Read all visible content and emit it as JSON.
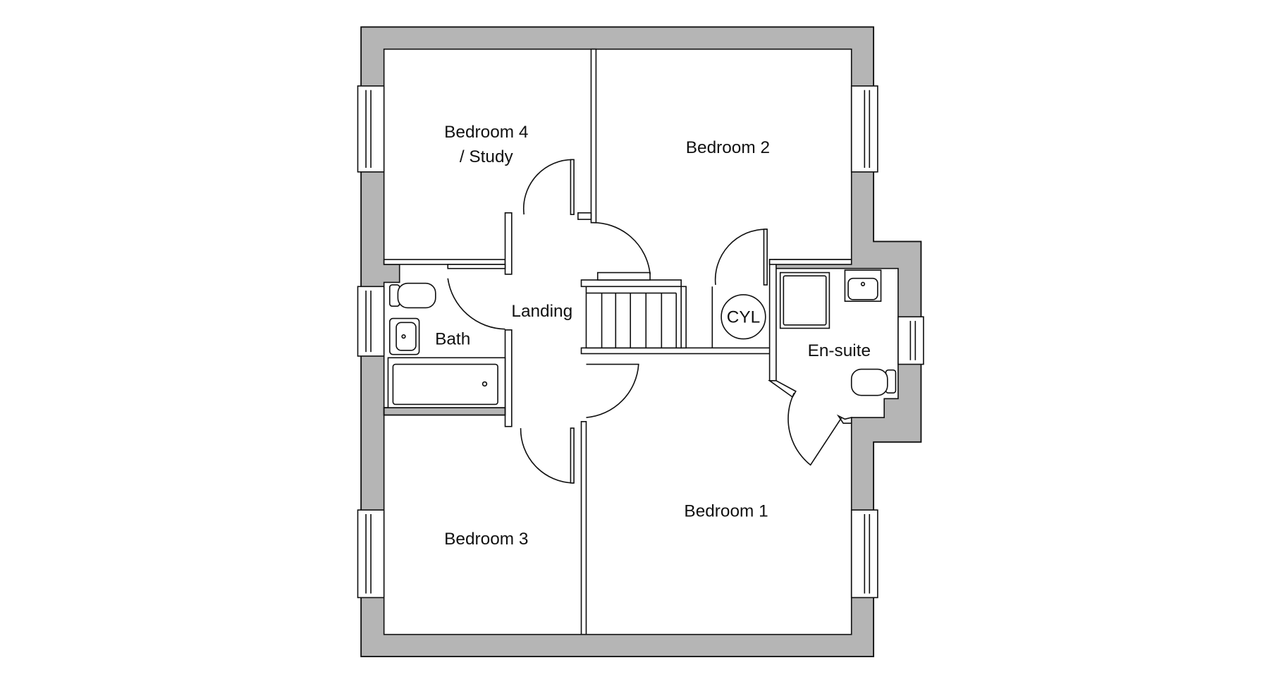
{
  "plan": {
    "rooms": {
      "bedroom4_line1": "Bedroom 4",
      "bedroom4_line2": "/ Study",
      "bedroom2": "Bedroom 2",
      "landing": "Landing",
      "bath": "Bath",
      "cylinder": "CYL",
      "ensuite": "En-suite",
      "bedroom1": "Bedroom 1",
      "bedroom3": "Bedroom 3"
    },
    "colors": {
      "wall": "#b5b5b5",
      "line": "#111111",
      "background": "#ffffff"
    }
  }
}
